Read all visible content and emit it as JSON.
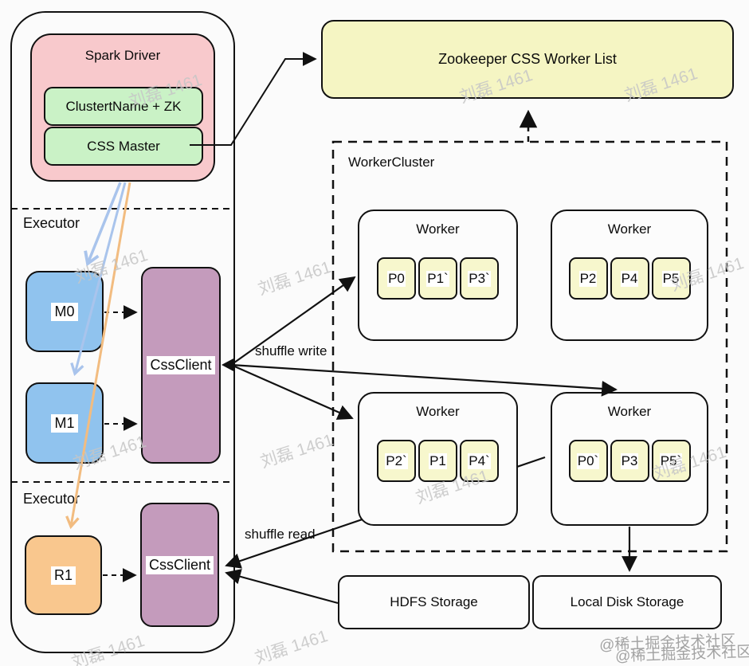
{
  "diagram": {
    "driver": {
      "title": "Spark Driver",
      "boxes": [
        "ClustertName + ZK",
        "CSS Master"
      ]
    },
    "executors": [
      {
        "label": "Executor",
        "tasks": [
          "M0",
          "M1"
        ],
        "client": "CssClient"
      },
      {
        "label": "Executor",
        "tasks": [
          "R1"
        ],
        "client": "CssClient"
      }
    ],
    "zookeeper": {
      "label": "Zookeeper CSS Worker List"
    },
    "worker_cluster": {
      "label": "WorkerCluster",
      "workers": [
        {
          "label": "Worker",
          "partitions": [
            "P0",
            "P1`",
            "P3`"
          ]
        },
        {
          "label": "Worker",
          "partitions": [
            "P2",
            "P4",
            "P5"
          ]
        },
        {
          "label": "Worker",
          "partitions": [
            "P2`",
            "P1",
            "P4`"
          ]
        },
        {
          "label": "Worker",
          "partitions": [
            "P0`",
            "P3",
            "P5`"
          ]
        }
      ]
    },
    "storage": [
      {
        "label": "HDFS Storage"
      },
      {
        "label": "Local Disk Storage"
      }
    ],
    "edge_labels": {
      "shuffle_write": "shuffle write",
      "shuffle_read": "shuffle read"
    },
    "watermark": {
      "text": "刘磊 1461",
      "credit": "@稀土掘金技术社区"
    },
    "colors": {
      "pink": "#f8c9cc",
      "green": "#caf2c6",
      "blue": "#90c3ee",
      "purple": "#c49bbc",
      "orange": "#f9c78e",
      "yellow_box": "#f5f5c3",
      "partition_yellow": "#f7f7cd",
      "arrow_blue": "#a9c4ec",
      "arrow_orange": "#f2bc80"
    }
  }
}
